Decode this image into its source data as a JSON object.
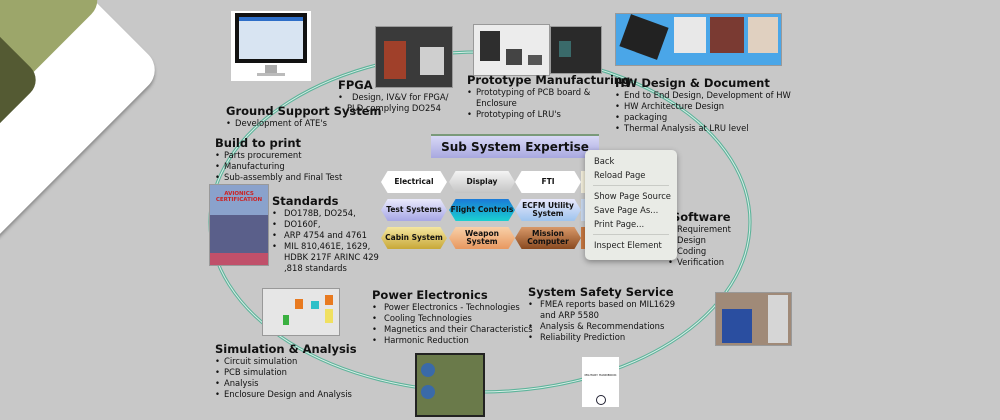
{
  "colors": {
    "background": "#c8c8c8",
    "ring": "#5db39a",
    "title_bar": "#b8b8e8",
    "accent_olive": "#9ca66a",
    "accent_dark": "#545a33"
  },
  "sections": {
    "fpga": {
      "title": "FPGA",
      "items": [
        "Design, IV&V for FPGA/",
        "PLD complying DO254"
      ]
    },
    "prototype": {
      "title": "Prototype  Manufacturing",
      "items": [
        "Prototyping of PCB board &",
        "Enclosure",
        "Prototyping of LRU's"
      ]
    },
    "hw_design": {
      "title": "HW Design & Document",
      "items": [
        "End to End Design, Development of HW",
        "HW Architecture Design",
        "packaging",
        "Thermal Analysis at LRU level"
      ]
    },
    "ground_support": {
      "title": "Ground Support System",
      "items": [
        "Development of ATE's"
      ]
    },
    "build_to_print": {
      "title": "Build to print",
      "items": [
        "Parts procurement",
        "Manufacturing",
        "Sub-assembly and Final Test"
      ]
    },
    "standards": {
      "title": "Standards",
      "items": [
        "DO178B, DO254,",
        "DO160F,",
        "ARP 4754 and 4761",
        "MIL 810,461E, 1629,",
        "HDBK 217F ARINC 429",
        ",818 standards"
      ]
    },
    "software": {
      "title": "Software",
      "items": [
        "Requirement",
        "Design",
        "Coding",
        "Verification"
      ]
    },
    "power": {
      "title": "Power Electronics",
      "items": [
        "Power Electronics - Technologies",
        "Cooling Technologies",
        "Magnetics and their Characteristics",
        "Harmonic Reduction"
      ]
    },
    "safety": {
      "title": "System Safety Service",
      "items": [
        "FMEA reports based on MIL1629",
        "and ARP 5580",
        "Analysis & Recommendations",
        "Reliability Prediction"
      ]
    },
    "simulation": {
      "title": "Simulation & Analysis",
      "items": [
        "Circuit simulation",
        "PCB simulation",
        "Analysis",
        "Enclosure Design and Analysis"
      ]
    }
  },
  "subsystem": {
    "title": "Sub System Expertise",
    "rows": [
      [
        "Electrical",
        "Display",
        "FTI"
      ],
      [
        "Test Systems",
        "Flight Controls",
        "ECFM Utility System"
      ],
      [
        "Cabin System",
        "Weapon System",
        "Mission Computer"
      ]
    ]
  },
  "book": {
    "title": "AVIONICS CERTIFICATION"
  },
  "handbook": {
    "title": "MILITARY HANDBOOK"
  },
  "context_menu": {
    "items": [
      "Back",
      "Reload Page",
      "Show Page Source",
      "Save Page As...",
      "Print Page...",
      "Inspect Element"
    ]
  }
}
